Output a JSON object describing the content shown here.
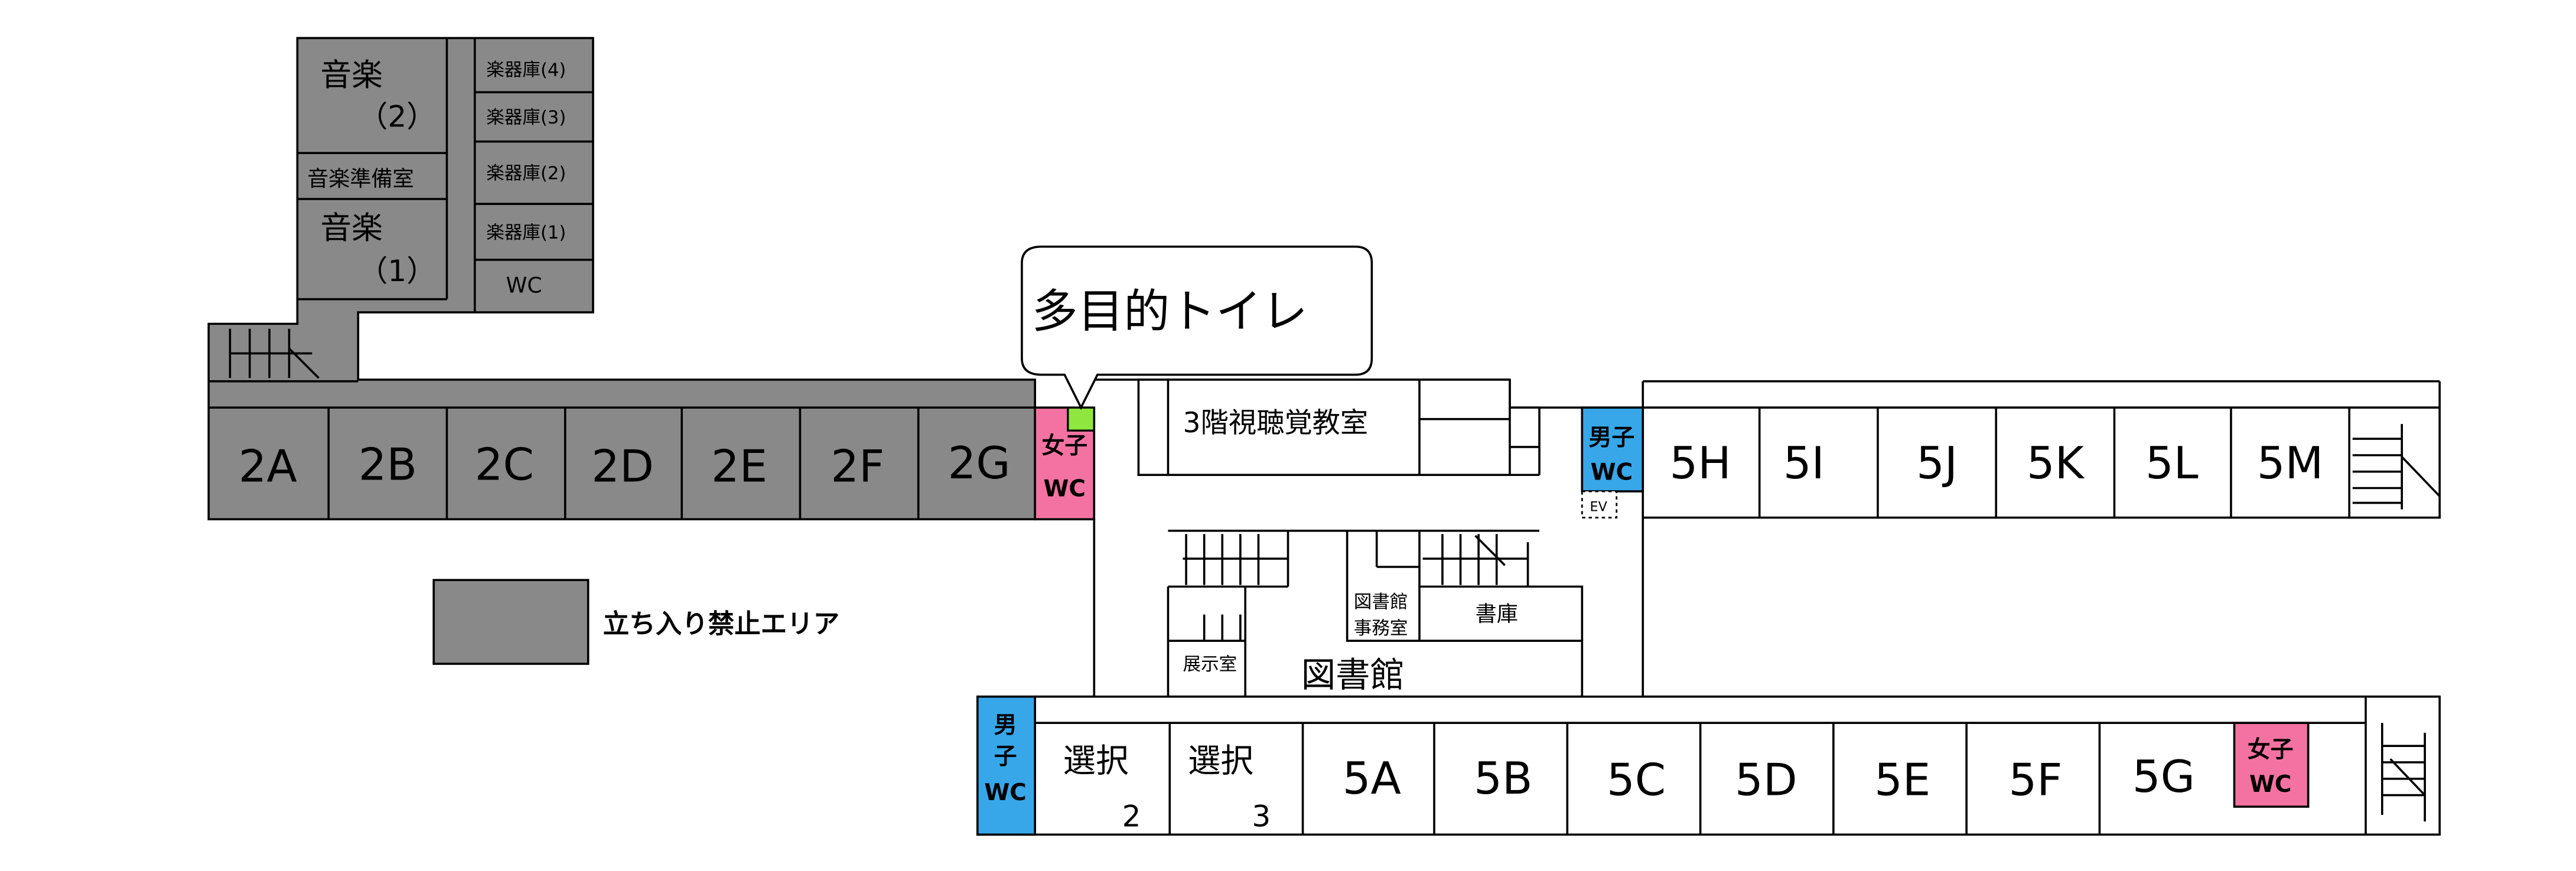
{
  "colors": {
    "restricted": "#898989",
    "outline": "#000000",
    "female_wc": "#f472a2",
    "male_wc": "#37a7ea",
    "accessible_toilet": "#8ee63f",
    "floor": "#ffffff"
  },
  "restricted_rooms": {
    "music2": [
      "音楽",
      "（2）"
    ],
    "music_prep": "音楽準備室",
    "music1": [
      "音楽",
      "（1）"
    ],
    "instrument4": "楽器庫(4)",
    "instrument3": "楽器庫(3)",
    "instrument2": "楽器庫(2)",
    "instrument1": "楽器庫(1)",
    "wc": "WC"
  },
  "classrooms_2": [
    "2A",
    "2B",
    "2C",
    "2D",
    "2E",
    "2F",
    "2G"
  ],
  "wc": {
    "female": [
      "女子",
      "WC"
    ],
    "male_top": [
      "男子",
      "WC"
    ],
    "male_bottom": [
      "男",
      "子",
      "WC"
    ],
    "female_bottom": [
      "女子",
      "WC"
    ]
  },
  "callout": "多目的トイレ",
  "av_room": "3階視聴覚教室",
  "elevator": "EV",
  "classrooms_5_top": [
    "5H",
    "5I",
    "5J",
    "5K",
    "5L",
    "5M"
  ],
  "library": {
    "name": "図書館",
    "office": [
      "図書館",
      "事務室"
    ],
    "stacks": "書庫",
    "exhibition": "展示室"
  },
  "elective_rooms": [
    {
      "label": "選択",
      "number": "2"
    },
    {
      "label": "選択",
      "number": "3"
    }
  ],
  "classrooms_5_bottom": [
    "5A",
    "5B",
    "5C",
    "5D",
    "5E",
    "5F",
    "5G"
  ],
  "legend": {
    "restricted_label": "立ち入り禁止エリア"
  }
}
